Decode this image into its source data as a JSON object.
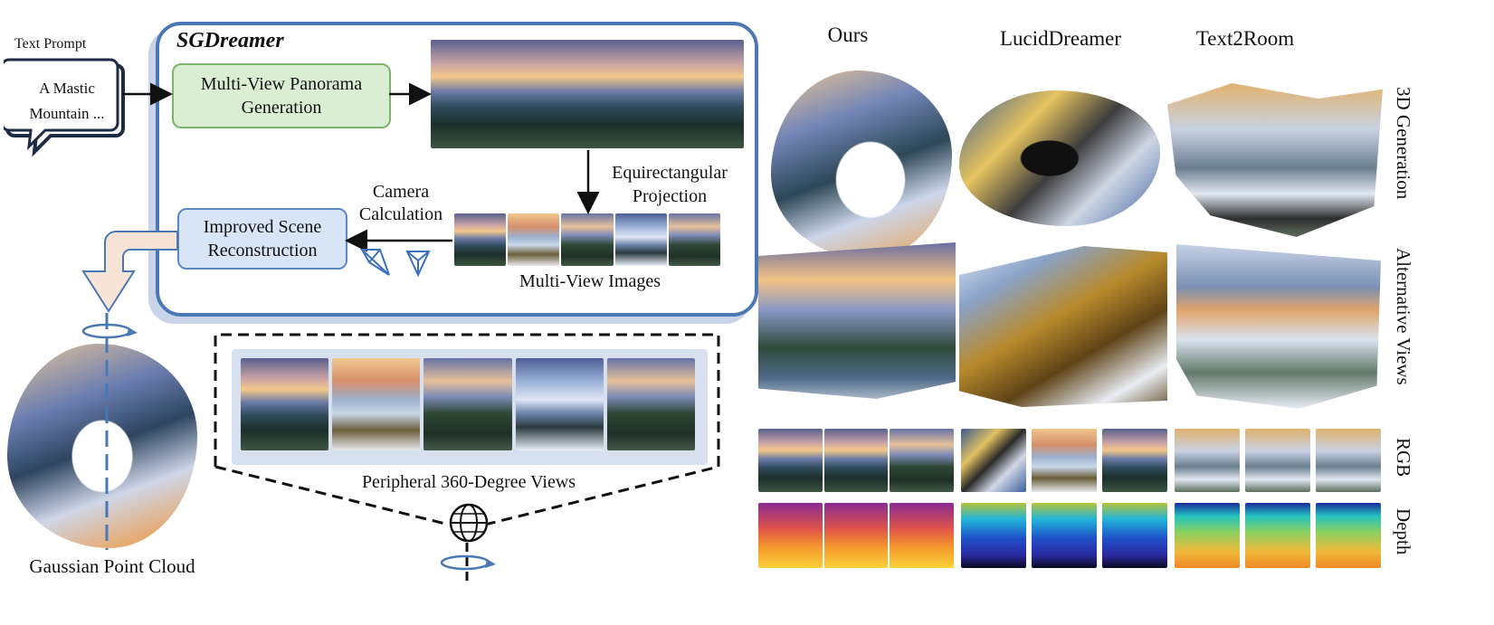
{
  "left": {
    "text_prompt_label": "Text Prompt",
    "prompt_line1": "A Mastic",
    "prompt_line2": "Mountain ...",
    "framework_title": "SGDreamer",
    "mvpg_line1": "Multi-View Panorama",
    "mvpg_line2": "Generation",
    "equirect_line1": "Equirectangular",
    "equirect_line2": "Projection",
    "camera_line1": "Camera",
    "camera_line2": "Calculation",
    "recon_line1": "Improved Scene",
    "recon_line2": "Reconstruction",
    "multiview_label": "Multi-View Images",
    "peripheral_label": "Peripheral 360-Degree Views",
    "pointcloud_label": "Gaussian Point Cloud"
  },
  "right": {
    "columns": [
      "Ours",
      "LucidDreamer",
      "Text2Room"
    ],
    "rows": [
      "3D Generation",
      "Alternative Views",
      "RGB",
      "Depth"
    ]
  },
  "colors": {
    "frame_blue": "#4a78b5",
    "green_box": "#d9eed2",
    "blue_box": "#d7e5f6",
    "arrow_fill": "#f8e4d6"
  }
}
